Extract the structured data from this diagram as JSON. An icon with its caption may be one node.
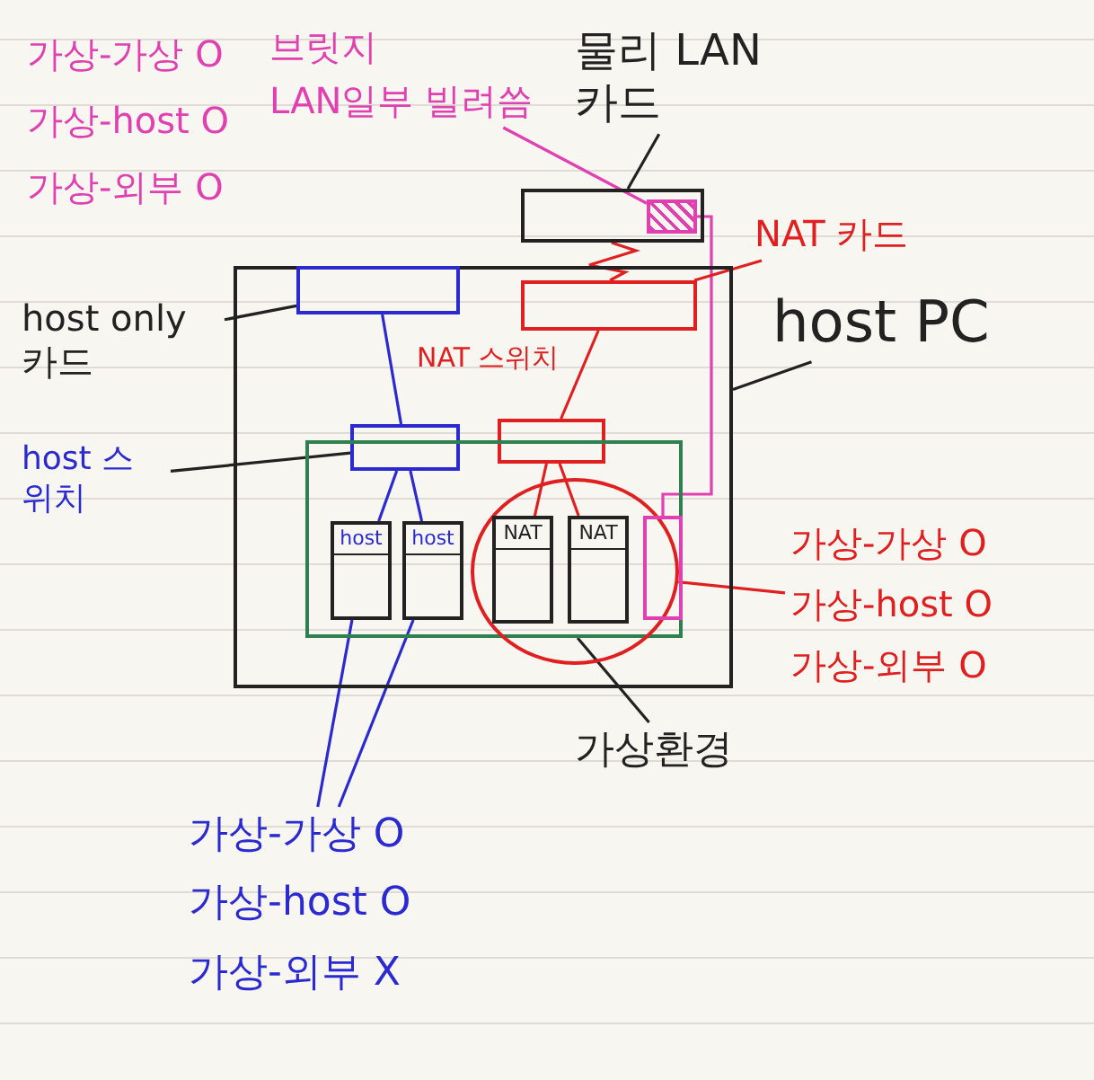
{
  "diagram": {
    "nodes": [
      {
        "text": [
          "브릿지",
          "LAN일부 빌려씀"
        ]
      },
      {
        "text": [
          "물리 LAN 카드"
        ]
      },
      {
        "text": [],
        "shape": "box"
      },
      {
        "text": [],
        "shape": "box",
        "in": 2
      },
      {
        "text": [],
        "shape": "box"
      },
      {
        "text": [],
        "shape": "box",
        "in": 4
      },
      {
        "text": [],
        "shape": "box",
        "in": 4
      },
      {
        "text": [],
        "shape": "box",
        "in": 4
      },
      {
        "text": [],
        "shape": "box",
        "in": 4
      },
      {
        "text": [],
        "shape": "box",
        "in": 4
      },
      {
        "text": [
          "host"
        ],
        "in": 9
      },
      {
        "text": [
          "host"
        ],
        "in": 9
      },
      {
        "text": [
          "NAT"
        ],
        "in": 15
      },
      {
        "text": [
          "NAT"
        ],
        "in": 15
      },
      {
        "text": [],
        "shape": "box",
        "in": 15
      },
      {
        "text": [],
        "shape": "circle",
        "in": 4
      },
      {
        "text": [
          "host PC"
        ]
      },
      {
        "text": [
          "NAT 카드"
        ]
      },
      {
        "text": [
          "host only 카드"
        ]
      },
      {
        "text": [
          "host 스위치"
        ]
      },
      {
        "text": [
          "가상환경"
        ]
      },
      {
        "text": [
          "가상-가상 O",
          "가상-host O",
          "가상-외부 O"
        ]
      },
      {
        "text": [
          "가상-가상 O",
          "가상-host O",
          "가상-외부 X"
        ]
      }
    ],
    "edges": [
      {
        "from": 0,
        "to": 3,
        "arrow": "none",
        "color": "#e040b0"
      },
      {
        "from": 3,
        "to": 14,
        "arrow": "none",
        "color": "#e040b0"
      },
      {
        "from": 1,
        "to": 2,
        "arrow": "none",
        "color": "#222222"
      },
      {
        "from": 17,
        "to": 6,
        "arrow": "none",
        "color": "#e02020"
      },
      {
        "from": 16,
        "to": 4,
        "arrow": "none",
        "color": "#222222"
      },
      {
        "from": 18,
        "to": 5,
        "arrow": "none",
        "color": "#222222"
      },
      {
        "from": 19,
        "to": 7,
        "arrow": "none",
        "color": "#222222"
      },
      {
        "from": 5,
        "to": 7,
        "arrow": "none",
        "color": "#2a2ad0"
      },
      {
        "from": 7,
        "to": 10,
        "arrow": "none",
        "color": "#2a2ad0"
      },
      {
        "from": 7,
        "to": 11,
        "arrow": "none",
        "color": "#2a2ad0"
      },
      {
        "from": 6,
        "to": 8,
        "arrow": "none",
        "color": "#e02020"
      },
      {
        "from": 2,
        "to": 6,
        "arrow": "none",
        "color": "#e02020"
      },
      {
        "from": 8,
        "to": 12,
        "arrow": "none",
        "color": "#e02020"
      },
      {
        "from": 8,
        "to": 13,
        "arrow": "none",
        "color": "#e02020"
      },
      {
        "from": 20,
        "to": 9,
        "arrow": "none",
        "color": "#222222"
      },
      {
        "from": 15,
        "to": 21,
        "arrow": "none",
        "color": "#e02020"
      },
      {
        "from": 10,
        "to": 22,
        "arrow": "none",
        "color": "#2a2ad0"
      },
      {
        "from": 11,
        "to": 22,
        "arrow": "none",
        "color": "#2a2ad0"
      }
    ],
    "labels": [
      "가상-가상 O",
      "가상-host O",
      "가상-외부 O",
      "NAT 스위치"
    ]
  }
}
